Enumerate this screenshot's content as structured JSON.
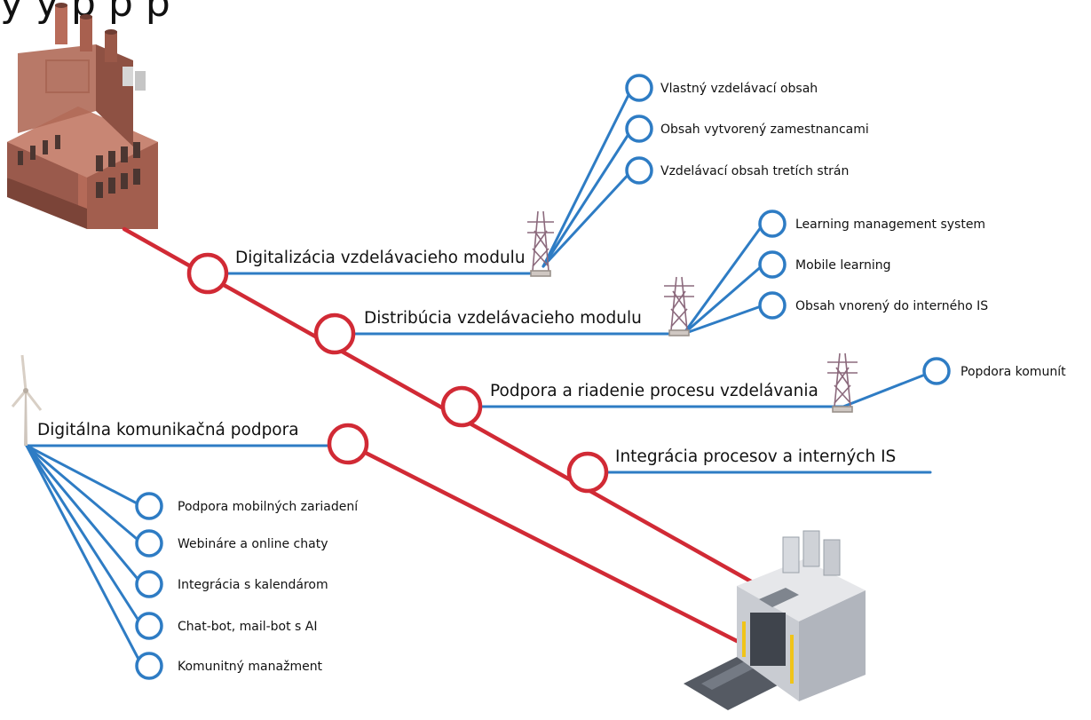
{
  "header": {
    "title_partial": "y                          y p     p  p"
  },
  "main_line": {
    "nodes": [
      {
        "label": "Digitalizácia vzdelávacieho modulu"
      },
      {
        "label": "Distribúcia vzdelávacieho modulu"
      },
      {
        "label": "Podpora a riadenie procesu vzdelávania"
      },
      {
        "label": "Integrácia procesov a interných IS"
      }
    ]
  },
  "branch_digitalizacia": {
    "items": [
      "Vlastný vzdelávací obsah",
      "Obsah vytvorený zamestnancami",
      "Vzdelávací obsah tretích strán"
    ]
  },
  "branch_distribucia": {
    "items": [
      "Learning management system",
      "Mobile learning",
      "Obsah vnorený do interného IS"
    ]
  },
  "branch_podpora": {
    "items": [
      "Popdora komunít"
    ]
  },
  "secondary_line": {
    "label": "Digitálna komunikačná podpora",
    "items": [
      "Podpora mobilných zariadení",
      "Webináre a online chaty",
      "Integrácia s kalendárom",
      "Chat-bot, mail-bot s AI",
      "Komunitný manažment"
    ]
  },
  "colors": {
    "red_line": "#d12a35",
    "blue_line": "#2e7cc4"
  }
}
